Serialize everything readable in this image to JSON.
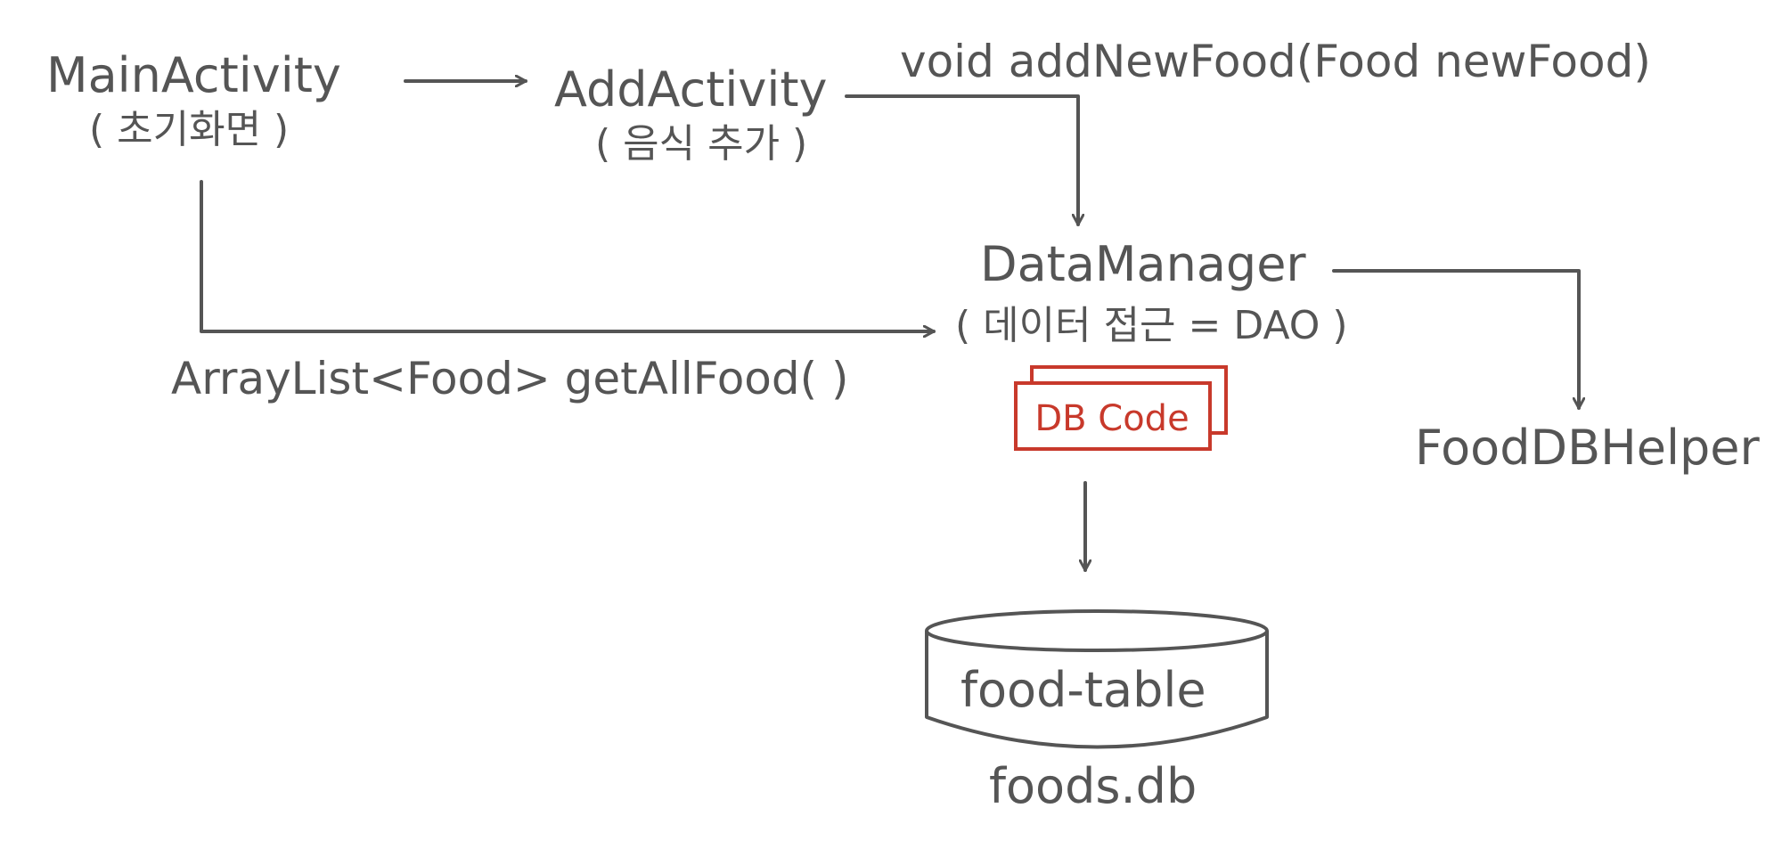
{
  "nodes": {
    "main_activity": {
      "name": "MainActivity",
      "desc": "( 초기화면 )"
    },
    "add_activity": {
      "name": "AddActivity",
      "desc": "( 음식 추가 )"
    },
    "data_manager": {
      "name": "DataManager",
      "desc": "( 데이터 접근 = DAO )",
      "badge": "DB Code"
    },
    "food_db_helper": {
      "name": "FoodDBHelper"
    },
    "food_table": {
      "name": "food-table",
      "file": "foods.db"
    }
  },
  "edges": {
    "add_new_food": "void addNewFood(Food newFood)",
    "get_all_food": "ArrayList<Food> getAllFood( )"
  },
  "colors": {
    "ink": "#555555",
    "accent": "#c8392b",
    "background": "#ffffff"
  }
}
